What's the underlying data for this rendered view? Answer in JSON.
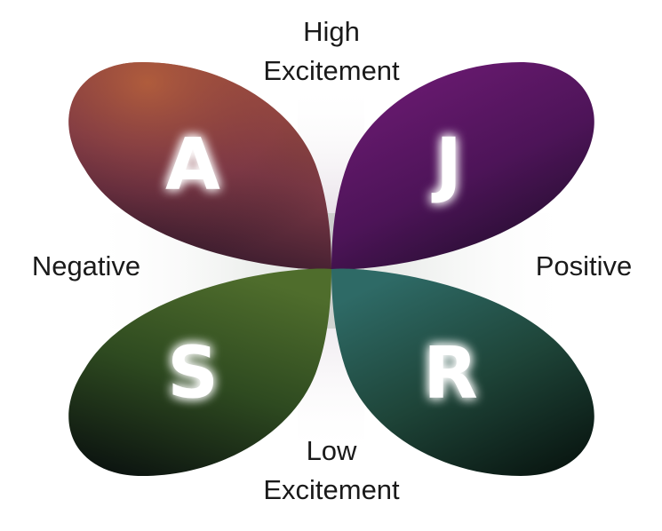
{
  "quadrants": [
    {
      "letter": "A",
      "color": "#a3503a"
    },
    {
      "letter": "J",
      "color": "#6a1a6e"
    },
    {
      "letter": "S",
      "color": "#4c6a2a"
    },
    {
      "letter": "R",
      "color": "#2f6a63"
    }
  ],
  "labels": {
    "high": [
      "High",
      "Excitement"
    ],
    "low": [
      "Low",
      "Excitement"
    ],
    "negative": "Negative",
    "positive": "Positive"
  }
}
